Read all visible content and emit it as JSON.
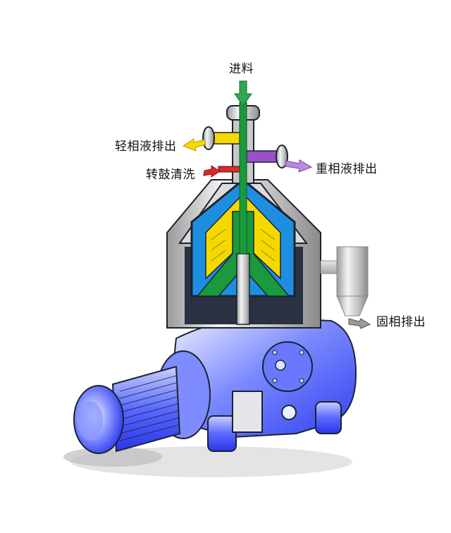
{
  "diagram": {
    "subject": "disc stack centrifuge separator",
    "labels": {
      "feed_inlet": "进料",
      "light_phase_outlet": "轻相液排出",
      "heavy_phase_outlet": "重相液排出",
      "bowl_cleaning": "转鼓清洗",
      "solid_phase_outlet": "固相排出"
    },
    "colors": {
      "feed_arrow": "#2fa84f",
      "feed_channel": "#1a9a3c",
      "light_phase": "#f5d800",
      "heavy_phase": "#9a4fc8",
      "cleaning": "#e0262a",
      "solids": "#8c8c8c",
      "liquid_zone": "#1e8fe0",
      "housing_metal": "#c8c8c8",
      "base_frame": "#4a5cff",
      "outline": "#1b2330",
      "background": "#ffffff"
    }
  }
}
